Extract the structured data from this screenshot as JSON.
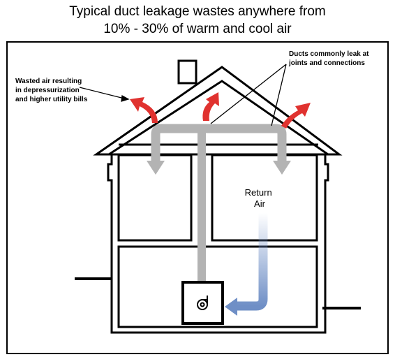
{
  "title": {
    "line1": "Typical duct leakage wastes anywhere from",
    "line2": "10% - 30% of warm and cool air"
  },
  "labels": {
    "wasted_air": [
      "Wasted air resulting",
      "in depressurization",
      "and higher utility bills"
    ],
    "ducts_leak": [
      "Ducts commonly leak at",
      "joints and connections"
    ],
    "return_air": [
      "Return",
      "Air"
    ]
  },
  "colors": {
    "duct": "#b3b3b3",
    "leak_arrow": "#e0322f",
    "return_air_arrow": "#6f8fc6",
    "outline": "#000000"
  },
  "icons": {
    "furnace": "furnace-fan-icon"
  }
}
